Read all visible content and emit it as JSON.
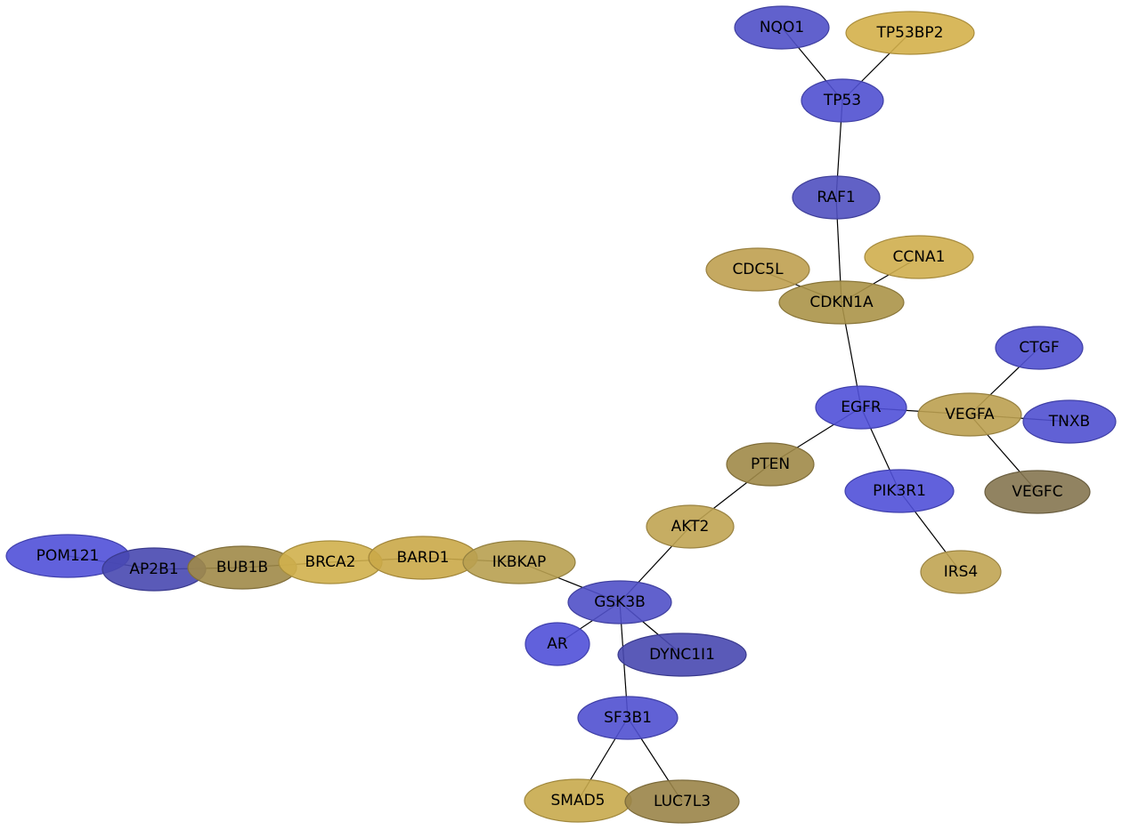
{
  "colors": {
    "blue": "#5050d0",
    "blue_dark": "#4848b0",
    "blue_bright": "#1010d8",
    "gold": "#d4b04a",
    "olive": "#a89050",
    "olive_dark": "#857650",
    "tan": "#bfa050"
  },
  "nodes": [
    {
      "id": "NQO1",
      "label": "NQO1",
      "color": "#5050c8"
    },
    {
      "id": "TP53BP2",
      "label": "TP53BP2",
      "color": "#d4b04a"
    },
    {
      "id": "TP53",
      "label": "TP53",
      "color": "#5050d0"
    },
    {
      "id": "RAF1",
      "label": "RAF1",
      "color": "#5050c0"
    },
    {
      "id": "CDC5L",
      "label": "CDC5L",
      "color": "#bfa050"
    },
    {
      "id": "CCNA1",
      "label": "CCNA1",
      "color": "#cfae4e"
    },
    {
      "id": "CDKN1A",
      "label": "CDKN1A",
      "color": "#ab9448"
    },
    {
      "id": "CTGF",
      "label": "CTGF",
      "color": "#5050d0"
    },
    {
      "id": "EGFR",
      "label": "EGFR",
      "color": "#5050d8"
    },
    {
      "id": "VEGFA",
      "label": "VEGFA",
      "color": "#bba050"
    },
    {
      "id": "TNXB",
      "label": "TNXB",
      "color": "#5050d0"
    },
    {
      "id": "PTEN",
      "label": "PTEN",
      "color": "#a08a48"
    },
    {
      "id": "PIK3R1",
      "label": "PIK3R1",
      "color": "#5050d8"
    },
    {
      "id": "VEGFC",
      "label": "VEGFC",
      "color": "#857650"
    },
    {
      "id": "AKT2",
      "label": "AKT2",
      "color": "#c0a452"
    },
    {
      "id": "IRS4",
      "label": "IRS4",
      "color": "#c0a452"
    },
    {
      "id": "POM121",
      "label": "POM121",
      "color": "#5050d8"
    },
    {
      "id": "AP2B1",
      "label": "AP2B1",
      "color": "#4848b0"
    },
    {
      "id": "BUB1B",
      "label": "BUB1B",
      "color": "#a08a48"
    },
    {
      "id": "BRCA2",
      "label": "BRCA2",
      "color": "#d0b04c"
    },
    {
      "id": "BARD1",
      "label": "BARD1",
      "color": "#caa848"
    },
    {
      "id": "IKBKAP",
      "label": "IKBKAP",
      "color": "#b8a050"
    },
    {
      "id": "GSK3B",
      "label": "GSK3B",
      "color": "#5050c8"
    },
    {
      "id": "AR",
      "label": "AR",
      "color": "#5050d8"
    },
    {
      "id": "DYNC1I1",
      "label": "DYNC1I1",
      "color": "#4848b0"
    },
    {
      "id": "SF3B1",
      "label": "SF3B1",
      "color": "#5050d0"
    },
    {
      "id": "SMAD5",
      "label": "SMAD5",
      "color": "#c8aa4c"
    },
    {
      "id": "LUC7L3",
      "label": "LUC7L3",
      "color": "#9a8448"
    }
  ],
  "edges": [
    [
      "NQO1",
      "TP53"
    ],
    [
      "TP53BP2",
      "TP53"
    ],
    [
      "TP53",
      "RAF1"
    ],
    [
      "RAF1",
      "CDKN1A"
    ],
    [
      "CDC5L",
      "CDKN1A"
    ],
    [
      "CCNA1",
      "CDKN1A"
    ],
    [
      "CDKN1A",
      "EGFR"
    ],
    [
      "EGFR",
      "VEGFA"
    ],
    [
      "EGFR",
      "PTEN"
    ],
    [
      "EGFR",
      "PIK3R1"
    ],
    [
      "CTGF",
      "VEGFA"
    ],
    [
      "VEGFA",
      "TNXB"
    ],
    [
      "VEGFA",
      "VEGFC"
    ],
    [
      "PIK3R1",
      "IRS4"
    ],
    [
      "PTEN",
      "AKT2"
    ],
    [
      "AKT2",
      "GSK3B"
    ],
    [
      "IKBKAP",
      "GSK3B"
    ],
    [
      "GSK3B",
      "AR"
    ],
    [
      "GSK3B",
      "DYNC1I1"
    ],
    [
      "GSK3B",
      "SF3B1"
    ],
    [
      "SF3B1",
      "SMAD5"
    ],
    [
      "SF3B1",
      "LUC7L3"
    ],
    [
      "POM121",
      "AP2B1"
    ],
    [
      "AP2B1",
      "BUB1B"
    ],
    [
      "BUB1B",
      "BRCA2"
    ],
    [
      "BRCA2",
      "BARD1"
    ],
    [
      "BARD1",
      "IKBKAP"
    ]
  ]
}
